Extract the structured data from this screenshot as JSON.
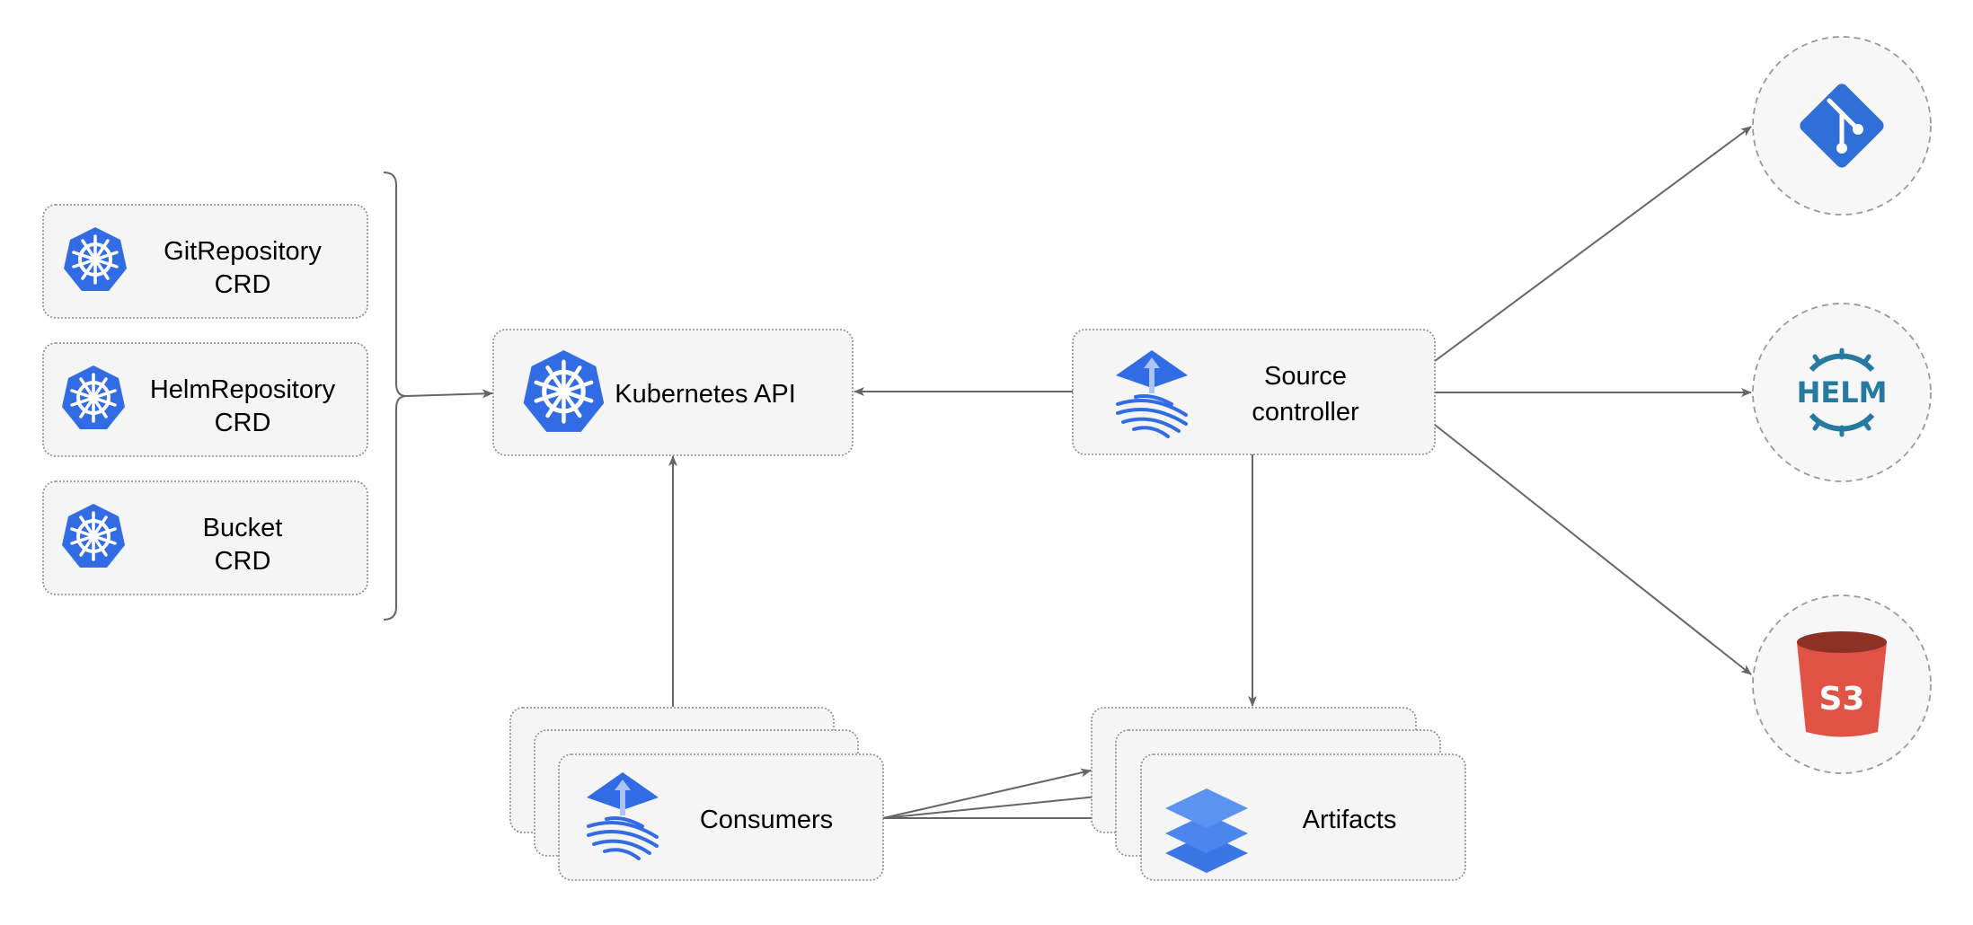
{
  "crds": [
    {
      "line1": "GitRepository",
      "line2": "CRD"
    },
    {
      "line1": "HelmRepository",
      "line2": "CRD"
    },
    {
      "line1": "Bucket",
      "line2": "CRD"
    }
  ],
  "kubernetes_api": {
    "label": "Kubernetes API"
  },
  "source_controller": {
    "line1": "Source",
    "line2": "controller"
  },
  "consumers": {
    "label": "Consumers"
  },
  "artifacts": {
    "label": "Artifacts"
  },
  "sources": {
    "helm_label": "HELM",
    "s3_label": "S3"
  },
  "colors": {
    "kubernetes_blue": "#326ce5",
    "git_blue": "#2f6fd8",
    "helm_teal": "#277a9f",
    "s3_red": "#e05243",
    "edge": "#666666"
  }
}
